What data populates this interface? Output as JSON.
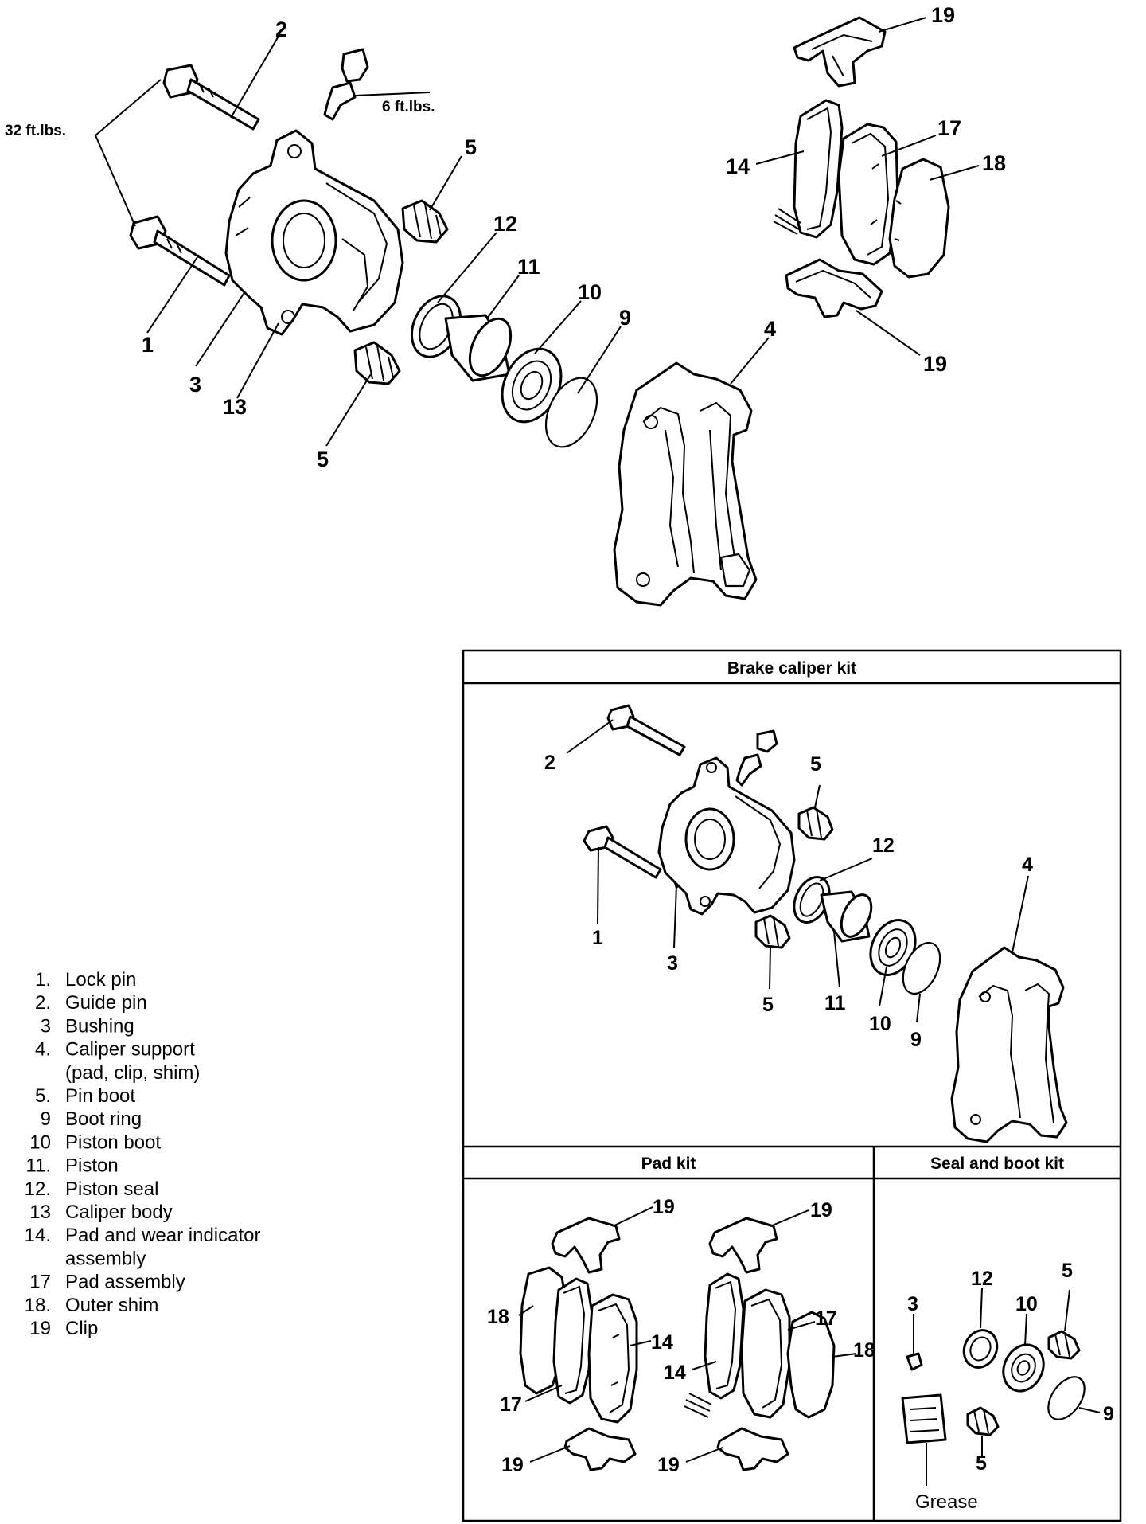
{
  "torque_specs": {
    "bolts": "32 ft.lbs.",
    "bleeder": "6 ft.lbs."
  },
  "main_callouts": {
    "lock_pin": "1",
    "guide_pin": "2",
    "bushing": "3",
    "caliper_support": "4",
    "pin_boot_upper": "5",
    "pin_boot_lower": "5",
    "boot_ring": "9",
    "piston_boot": "10",
    "piston": "11",
    "piston_seal": "12",
    "caliper_body": "13",
    "pad_wear_indicator": "14",
    "pad_assembly": "17",
    "outer_shim": "18",
    "clip_upper": "19",
    "clip_lower": "19"
  },
  "legend": {
    "items": [
      {
        "num": "1.",
        "label": "Lock pin"
      },
      {
        "num": "2.",
        "label": "Guide pin"
      },
      {
        "num": "3",
        "label": "Bushing"
      },
      {
        "num": "4.",
        "label": "Caliper support"
      },
      {
        "num": "",
        "label": "(pad, clip, shim)"
      },
      {
        "num": "5.",
        "label": "Pin boot"
      },
      {
        "num": "9",
        "label": "Boot ring"
      },
      {
        "num": "10",
        "label": "Piston boot"
      },
      {
        "num": "11.",
        "label": "Piston"
      },
      {
        "num": "12.",
        "label": "Piston seal"
      },
      {
        "num": "13",
        "label": "Caliper body"
      },
      {
        "num": "14.",
        "label": "Pad and wear indicator"
      },
      {
        "num": "",
        "label": "assembly"
      },
      {
        "num": "17",
        "label": "Pad assembly"
      },
      {
        "num": "18.",
        "label": "Outer shim"
      },
      {
        "num": "19",
        "label": "Clip"
      }
    ]
  },
  "kits": {
    "brake_caliper_kit": {
      "title": "Brake caliper kit",
      "callouts": {
        "guide_pin": "2",
        "pin_boot_upper": "5",
        "piston_seal": "12",
        "caliper_support": "4",
        "lock_pin": "1",
        "bushing": "3",
        "pin_boot_lower": "5",
        "piston": "11",
        "piston_boot": "10",
        "boot_ring": "9"
      }
    },
    "pad_kit": {
      "title": "Pad kit",
      "left": {
        "clip_top": "19",
        "shim": "18",
        "pad": "14",
        "pad_assembly": "17",
        "clip_bottom": "19"
      },
      "right": {
        "clip_top": "19",
        "pad_assembly": "17",
        "pad": "14",
        "shim": "18",
        "clip_bottom": "19"
      }
    },
    "seal_boot_kit": {
      "title": "Seal and boot kit",
      "callouts": {
        "bushing": "3",
        "piston_seal": "12",
        "piston_boot": "10",
        "pin_boot_upper": "5",
        "boot_ring": "9",
        "pin_boot_lower": "5"
      },
      "grease_label": "Grease"
    }
  }
}
